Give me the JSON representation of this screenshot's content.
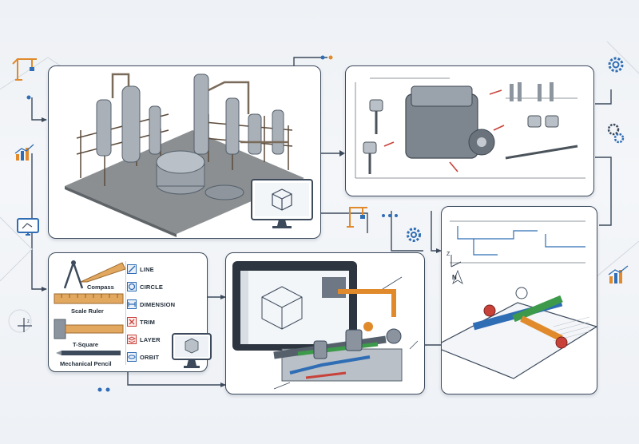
{
  "tools": {
    "compass": "Compass",
    "scale_ruler": "Scale Ruler",
    "t_square": "T-Square",
    "mechanical_pencil": "Mechanical Pencil"
  },
  "commands": [
    {
      "label": "LINE",
      "icon": "line-icon"
    },
    {
      "label": "CIRCLE",
      "icon": "circle-icon"
    },
    {
      "label": "DIMENSION",
      "icon": "dimension-icon"
    },
    {
      "label": "TRIM",
      "icon": "trim-icon"
    },
    {
      "label": "LAYER",
      "icon": "layer-icon"
    },
    {
      "label": "ORBIT",
      "icon": "orbit-icon"
    }
  ],
  "compass_rose": {
    "north": "N"
  },
  "axis_label": "Z",
  "colors": {
    "accent_blue": "#2f6db5",
    "accent_orange": "#e08a2c",
    "pipe_green": "#3c9a4a",
    "valve_red": "#c8423a",
    "steel": "#8a939e",
    "frame": "#3c4a5c"
  }
}
